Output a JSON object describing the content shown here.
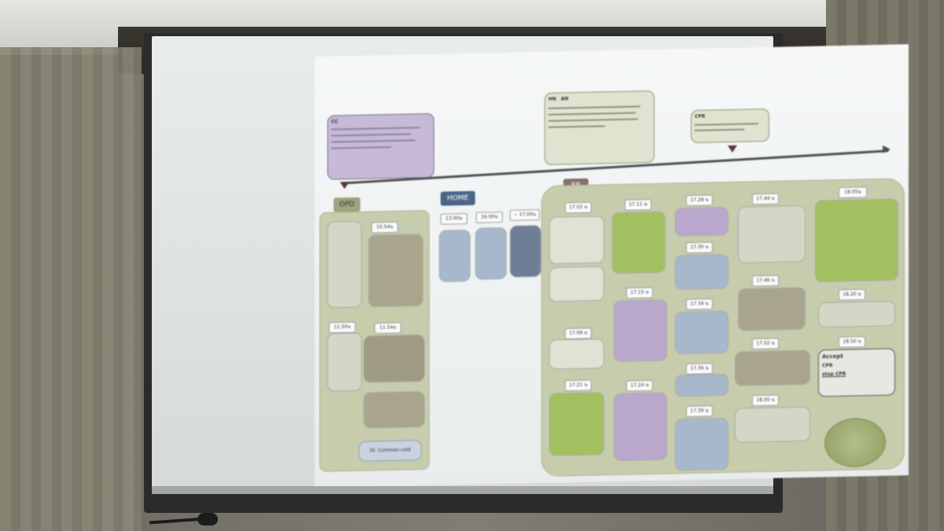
{
  "slide": {
    "labels": {
      "opd": "OPD",
      "home": "HOME",
      "er": "ER"
    },
    "top_boxes": {
      "opd_note_title": "CC",
      "er_note_title": "HN",
      "er_note_ref": "AN",
      "cpr_note_keyword": "CPR"
    },
    "opd_times": [
      "10.54น",
      "11.50น",
      "11.54น"
    ],
    "home_times": [
      "13.00น",
      "16.00น",
      "~ 17.00น"
    ],
    "er_times": [
      "17.02 น",
      "17.11 น",
      "17.09 น",
      "17.15 น",
      "17.21 น",
      "17.24 น",
      "17.28 น",
      "17.30 น",
      "17.34 น",
      "17.36 น",
      "17.39 น",
      "17.44 น",
      "17.46 น",
      "17.52 น",
      "18.00 น",
      "18.05น",
      "18.20 น",
      "18.50 น"
    ],
    "er_keywords": {
      "accept": "Accept",
      "cpr": "CPR",
      "stop_cpr": "stop CPR"
    },
    "footer_note": "Dr. Common cold",
    "colors": {
      "green_box": "#a3c060",
      "purple_box": "#b9a8cc",
      "blue_box": "#a8b8cc",
      "tan_box": "#a9a58c",
      "panel_green": "#c7ccad",
      "er_tag": "#8a6f66",
      "home_tag": "#4b6587"
    }
  }
}
